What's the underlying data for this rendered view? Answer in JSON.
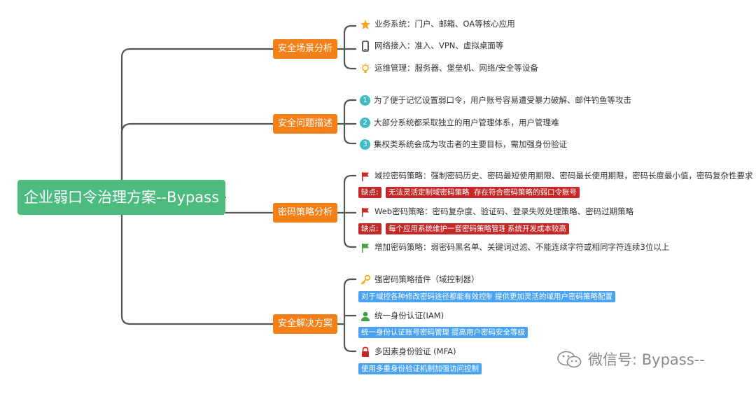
{
  "root": {
    "title": "企业弱口令治理方案--Bypass"
  },
  "branches": [
    {
      "label": "安全场景分析",
      "items": [
        {
          "text": "业务系统：门户、邮箱、OA等核心应用",
          "icon": "star-icon"
        },
        {
          "text": "网络接入：准入、VPN、虚拟桌面等",
          "icon": "phone-icon"
        },
        {
          "text": "运维管理：服务器、堡垒机、网络/安全等设备",
          "icon": "bulb-icon"
        }
      ]
    },
    {
      "label": "安全问题描述",
      "items": [
        {
          "num": "1",
          "text": "为了便于记忆设置弱口令，用户账号容易遭受暴力破解、邮件钓鱼等攻击"
        },
        {
          "num": "2",
          "text": "大部分系统都采取独立的用户管理体系，用户管理难"
        },
        {
          "num": "3",
          "text": "集权类系统会成为攻击者的主要目标，需加强身份验证"
        }
      ]
    },
    {
      "label": "密码策略分析",
      "items": [
        {
          "text": "域控密码策略：强制密码历史、密码最短使用期限、密码最长使用期限，密码长度最小值，密码复杂性要求",
          "icon": "red-flag-icon",
          "tags": [
            "缺点:",
            "无法灵活定制域密码策略",
            "存在符合密码策略的弱口令账号"
          ]
        },
        {
          "text": "Web密码策略：密码复杂度、验证码、登录失败处理策略、密码过期策略",
          "icon": "red-flag-icon",
          "tags": [
            "缺点:",
            "每个应用系统维护一套密码策略管理",
            "系统开发成本较高"
          ]
        },
        {
          "text": "增加密码策略：弱密码黑名单、关键词过滤、不能连续字符或相同字符连续3位以上",
          "icon": "green-flag-icon"
        }
      ]
    },
    {
      "label": "安全解决方案",
      "items": [
        {
          "text": "强密码策略插件（域控制器）",
          "icon": "key-icon",
          "tags": [
            "对于域控各种修改密码途径都能有效控制",
            "提供更加灵活的域用户密码策略配置"
          ]
        },
        {
          "text": "统一身份认证(IAM)",
          "icon": "user-icon",
          "tags": [
            "统一身份认证账号密码管理",
            "提高用户密码安全等级"
          ]
        },
        {
          "text": "多因素身份验证 (MFA)",
          "icon": "lock-icon",
          "tags": [
            "使用多重身份验证机制加强访问控制"
          ]
        }
      ]
    }
  ],
  "watermark": {
    "text": "微信号: Bypass--"
  },
  "colors": {
    "root": "#4cbb80",
    "branch": "#f57f17",
    "connector": "#555555",
    "red_tag": "#c62828",
    "blue_tag": "#4aa3f0",
    "number_badge": "#3fb9c3"
  }
}
